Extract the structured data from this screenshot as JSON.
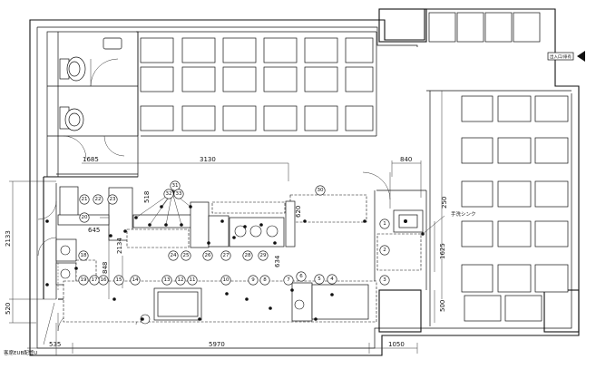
{
  "plan": {
    "dimensions": {
      "d1685": "1685",
      "d3130": "3130",
      "d840": "840",
      "d645": "645",
      "d2133": "2133",
      "d2134": "2134",
      "d848": "848",
      "d520": "520",
      "d535": "535",
      "d5970": "5970",
      "d1050": "1050",
      "d1625": "1625",
      "d500": "500",
      "d250": "250",
      "d518": "518",
      "d634": "634",
      "d620": "620"
    },
    "labels": {
      "bottom_left_note": "客席EUB配管U",
      "sink_note": "手洗シンク",
      "entrance_note": "出入口/扉有"
    },
    "equipment_numbers": [
      "1",
      "2",
      "3",
      "4",
      "5",
      "6",
      "7",
      "8",
      "9",
      "10",
      "11",
      "12",
      "13",
      "14",
      "15",
      "16",
      "17",
      "18",
      "19",
      "20",
      "21",
      "22",
      "23",
      "24",
      "25",
      "26",
      "27",
      "28",
      "29",
      "30",
      "31",
      "32",
      "33"
    ]
  }
}
